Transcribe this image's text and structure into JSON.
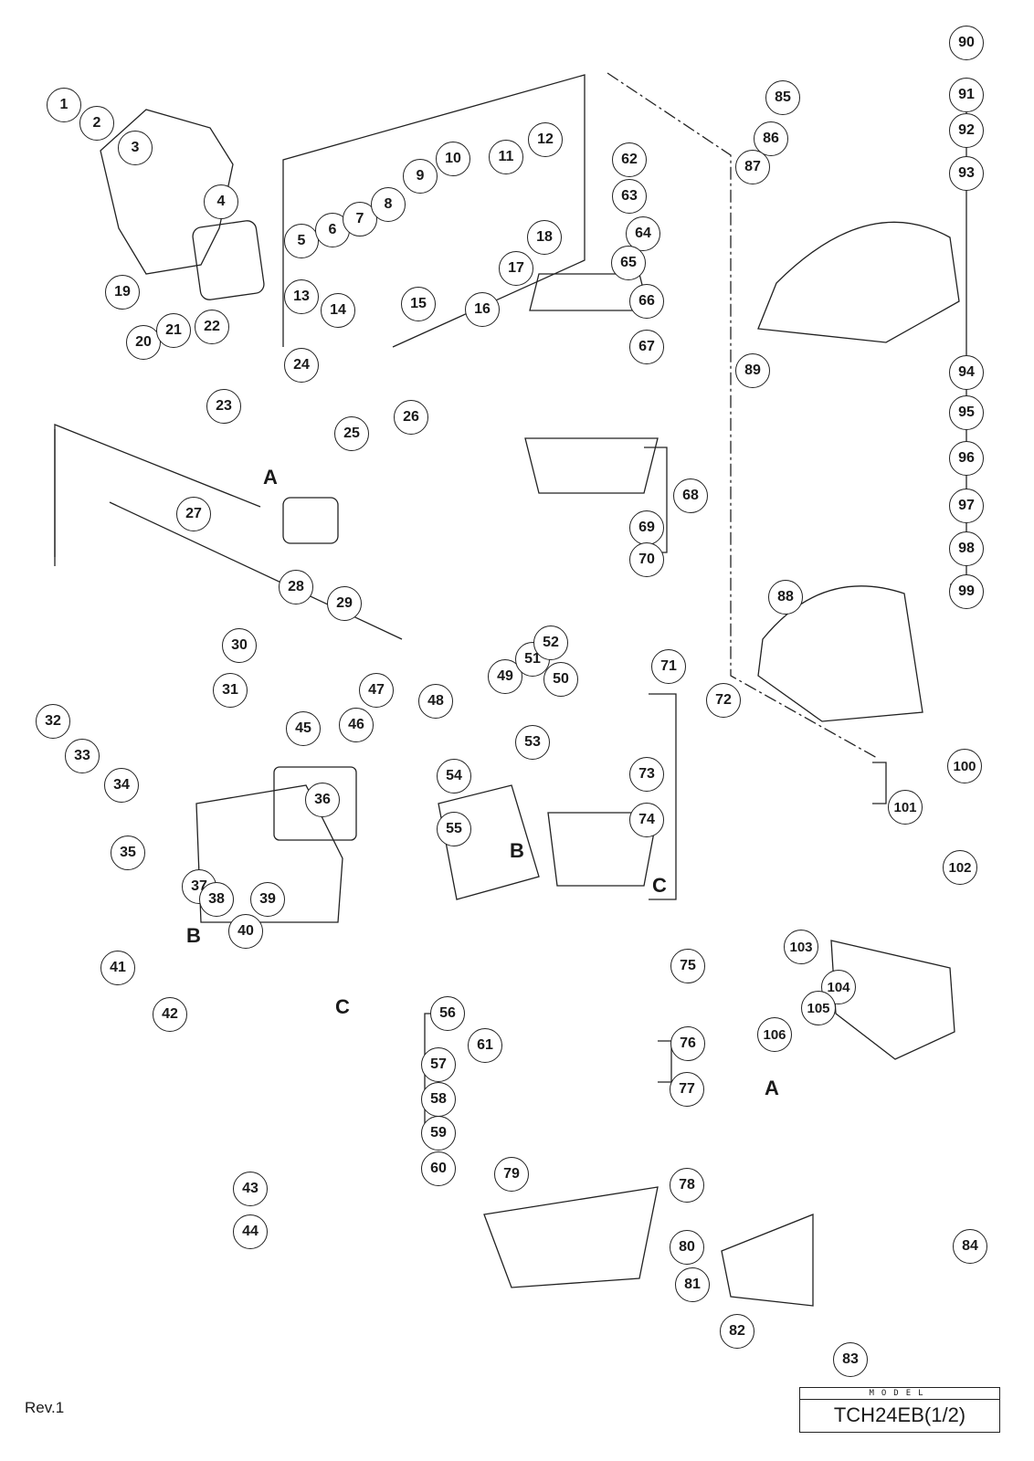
{
  "document": {
    "revision": "Rev.1",
    "model_label": "MODEL",
    "model_name": "TCH24EB(1/2)"
  },
  "reference_letters": [
    "A",
    "B",
    "C"
  ],
  "callouts": [
    {
      "n": "1"
    },
    {
      "n": "2"
    },
    {
      "n": "3"
    },
    {
      "n": "4"
    },
    {
      "n": "5"
    },
    {
      "n": "6"
    },
    {
      "n": "7"
    },
    {
      "n": "8"
    },
    {
      "n": "9"
    },
    {
      "n": "10"
    },
    {
      "n": "11"
    },
    {
      "n": "12"
    },
    {
      "n": "13"
    },
    {
      "n": "14"
    },
    {
      "n": "15"
    },
    {
      "n": "16"
    },
    {
      "n": "17"
    },
    {
      "n": "18"
    },
    {
      "n": "19"
    },
    {
      "n": "20"
    },
    {
      "n": "21"
    },
    {
      "n": "22"
    },
    {
      "n": "23"
    },
    {
      "n": "24"
    },
    {
      "n": "25"
    },
    {
      "n": "26"
    },
    {
      "n": "27"
    },
    {
      "n": "28"
    },
    {
      "n": "29"
    },
    {
      "n": "30"
    },
    {
      "n": "31"
    },
    {
      "n": "32"
    },
    {
      "n": "33"
    },
    {
      "n": "34"
    },
    {
      "n": "35"
    },
    {
      "n": "36"
    },
    {
      "n": "37"
    },
    {
      "n": "38"
    },
    {
      "n": "39"
    },
    {
      "n": "40"
    },
    {
      "n": "41"
    },
    {
      "n": "42"
    },
    {
      "n": "43"
    },
    {
      "n": "44"
    },
    {
      "n": "45"
    },
    {
      "n": "46"
    },
    {
      "n": "47"
    },
    {
      "n": "48"
    },
    {
      "n": "49"
    },
    {
      "n": "50"
    },
    {
      "n": "51"
    },
    {
      "n": "52"
    },
    {
      "n": "53"
    },
    {
      "n": "54"
    },
    {
      "n": "55"
    },
    {
      "n": "56"
    },
    {
      "n": "57"
    },
    {
      "n": "58"
    },
    {
      "n": "59"
    },
    {
      "n": "60"
    },
    {
      "n": "61"
    },
    {
      "n": "62"
    },
    {
      "n": "63"
    },
    {
      "n": "64"
    },
    {
      "n": "65"
    },
    {
      "n": "66"
    },
    {
      "n": "67"
    },
    {
      "n": "68"
    },
    {
      "n": "69"
    },
    {
      "n": "70"
    },
    {
      "n": "71"
    },
    {
      "n": "72"
    },
    {
      "n": "73"
    },
    {
      "n": "74"
    },
    {
      "n": "75"
    },
    {
      "n": "76"
    },
    {
      "n": "77"
    },
    {
      "n": "78"
    },
    {
      "n": "79"
    },
    {
      "n": "80"
    },
    {
      "n": "81"
    },
    {
      "n": "82"
    },
    {
      "n": "83"
    },
    {
      "n": "84"
    },
    {
      "n": "85"
    },
    {
      "n": "86"
    },
    {
      "n": "87"
    },
    {
      "n": "88"
    },
    {
      "n": "89"
    },
    {
      "n": "90"
    },
    {
      "n": "91"
    },
    {
      "n": "92"
    },
    {
      "n": "93"
    },
    {
      "n": "94"
    },
    {
      "n": "95"
    },
    {
      "n": "96"
    },
    {
      "n": "97"
    },
    {
      "n": "98"
    },
    {
      "n": "99"
    },
    {
      "n": "100"
    },
    {
      "n": "101"
    },
    {
      "n": "102"
    },
    {
      "n": "103"
    },
    {
      "n": "104"
    },
    {
      "n": "105"
    },
    {
      "n": "106"
    }
  ]
}
